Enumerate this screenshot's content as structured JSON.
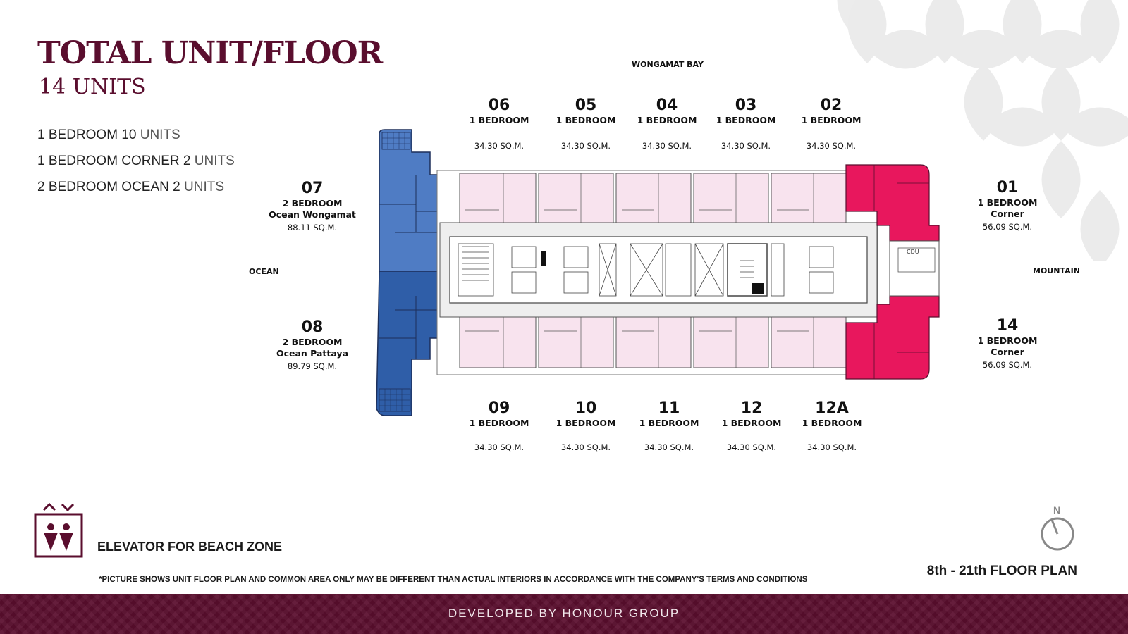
{
  "header": {
    "title": "TOTAL UNIT/FLOOR",
    "subtitle": "14 UNITS"
  },
  "unit_mix": [
    {
      "label": "1 BEDROOM",
      "count": "10",
      "suffix": "UNITS"
    },
    {
      "label": "1 BEDROOM CORNER",
      "count": "2",
      "suffix": "UNITS"
    },
    {
      "label": "2 BEDROOM OCEAN",
      "count": "2",
      "suffix": "UNITS"
    }
  ],
  "directions": {
    "north": "WONGAMAT BAY",
    "west": "OCEAN",
    "east": "MOUNTAIN"
  },
  "units_top": [
    {
      "number": "06",
      "type": "1 BEDROOM",
      "area": "34.30 SQ.M."
    },
    {
      "number": "05",
      "type": "1 BEDROOM",
      "area": "34.30 SQ.M."
    },
    {
      "number": "04",
      "type": "1 BEDROOM",
      "area": "34.30 SQ.M."
    },
    {
      "number": "03",
      "type": "1 BEDROOM",
      "area": "34.30 SQ.M."
    },
    {
      "number": "02",
      "type": "1 BEDROOM",
      "area": "34.30 SQ.M."
    }
  ],
  "units_bottom": [
    {
      "number": "09",
      "type": "1 BEDROOM",
      "area": "34.30 SQ.M."
    },
    {
      "number": "10",
      "type": "1 BEDROOM",
      "area": "34.30 SQ.M."
    },
    {
      "number": "11",
      "type": "1 BEDROOM",
      "area": "34.30 SQ.M."
    },
    {
      "number": "12",
      "type": "1 BEDROOM",
      "area": "34.30 SQ.M."
    },
    {
      "number": "12A",
      "type": "1 BEDROOM",
      "area": "34.30 SQ.M."
    }
  ],
  "units_west": [
    {
      "number": "07",
      "type": "2 BEDROOM",
      "sub": "Ocean Wongamat",
      "area": "88.11 SQ.M."
    },
    {
      "number": "08",
      "type": "2 BEDROOM",
      "sub": "Ocean Pattaya",
      "area": "89.79 SQ.M."
    }
  ],
  "units_east": [
    {
      "number": "01",
      "type": "1 BEDROOM",
      "sub": "Corner",
      "area": "56.09 SQ.M."
    },
    {
      "number": "14",
      "type": "1 BEDROOM",
      "sub": "Corner",
      "area": "56.09 SQ.M."
    }
  ],
  "plan_tags": {
    "cdu": "CDU"
  },
  "legend": {
    "label": "ELEVATOR FOR BEACH ZONE",
    "icon": "elevator-icon"
  },
  "note": "*PICTURE SHOWS UNIT FLOOR PLAN AND COMMON AREA ONLY MAY BE DIFFERENT THAN ACTUAL INTERIORS IN ACCORDANCE WITH THE COMPANY'S TERMS AND CONDITIONS",
  "compass": {
    "label": "N",
    "icon": "compass-icon"
  },
  "floor_plan_label": "8th - 21th FLOOR PLAN",
  "footer": "DEVELOPED BY HONOUR GROUP",
  "colors": {
    "brand": "#5a0e2e",
    "ocean_wongamat": "#4f7cc4",
    "ocean_pattaya": "#2f5ea8",
    "corner": "#e8175d",
    "one_bedroom": "#f8e3ee"
  }
}
